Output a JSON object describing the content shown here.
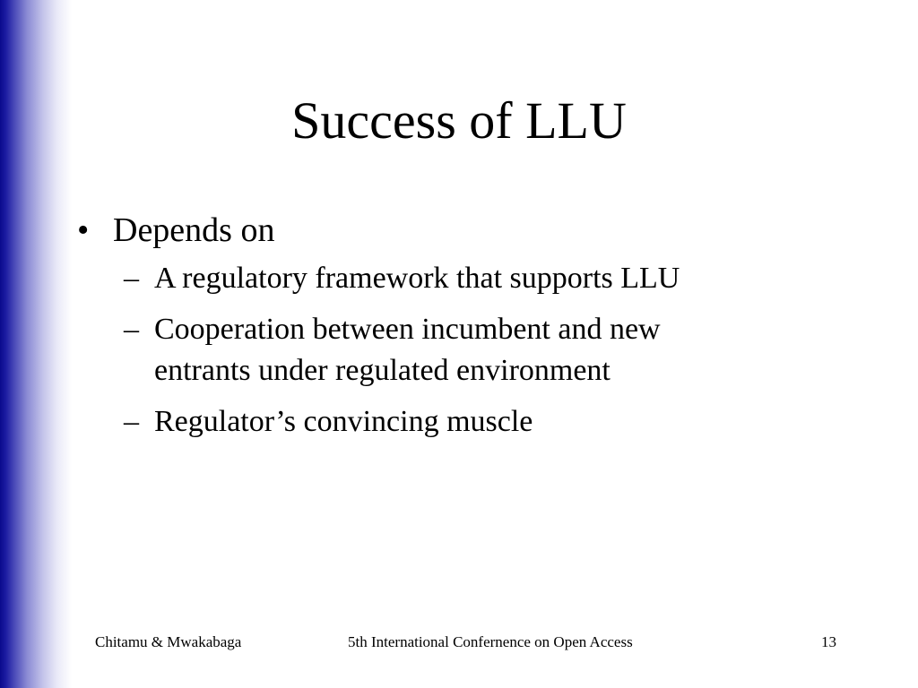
{
  "title": "Success of LLU",
  "bullets": [
    {
      "marker": "•",
      "text": "Depends on",
      "sub_items": [
        {
          "marker": "–",
          "lines": [
            "A regulatory framework that supports LLU"
          ]
        },
        {
          "marker": "–",
          "lines": [
            "Cooperation between incumbent and new",
            "entrants under regulated environment"
          ]
        },
        {
          "marker": "–",
          "lines": [
            "Regulator’s convincing muscle"
          ]
        }
      ]
    }
  ],
  "footer": {
    "authors": "Chitamu & Mwakabaga",
    "conference": "5th International Confernence on Open Access",
    "page_number": "13"
  },
  "colors": {
    "side_bar": "#0a0a8c",
    "text": "#000000",
    "background": "#ffffff"
  }
}
